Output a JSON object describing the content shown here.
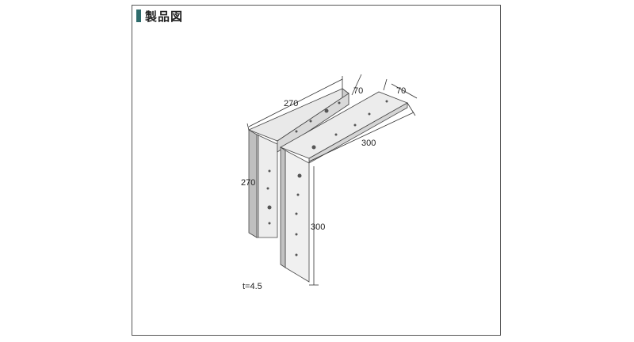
{
  "header": {
    "title": "製品図"
  },
  "dimensions": {
    "top_left_length": "270",
    "top_left_width": "70",
    "top_right_width": "70",
    "right_length": "300",
    "left_height": "270",
    "lower_height": "300"
  },
  "thickness": "t=4.5",
  "colors": {
    "header_accent": "#2e6b6b",
    "frame": "#555555",
    "plate_light": "#e8e8e8",
    "plate_mid": "#cfcfcf"
  }
}
